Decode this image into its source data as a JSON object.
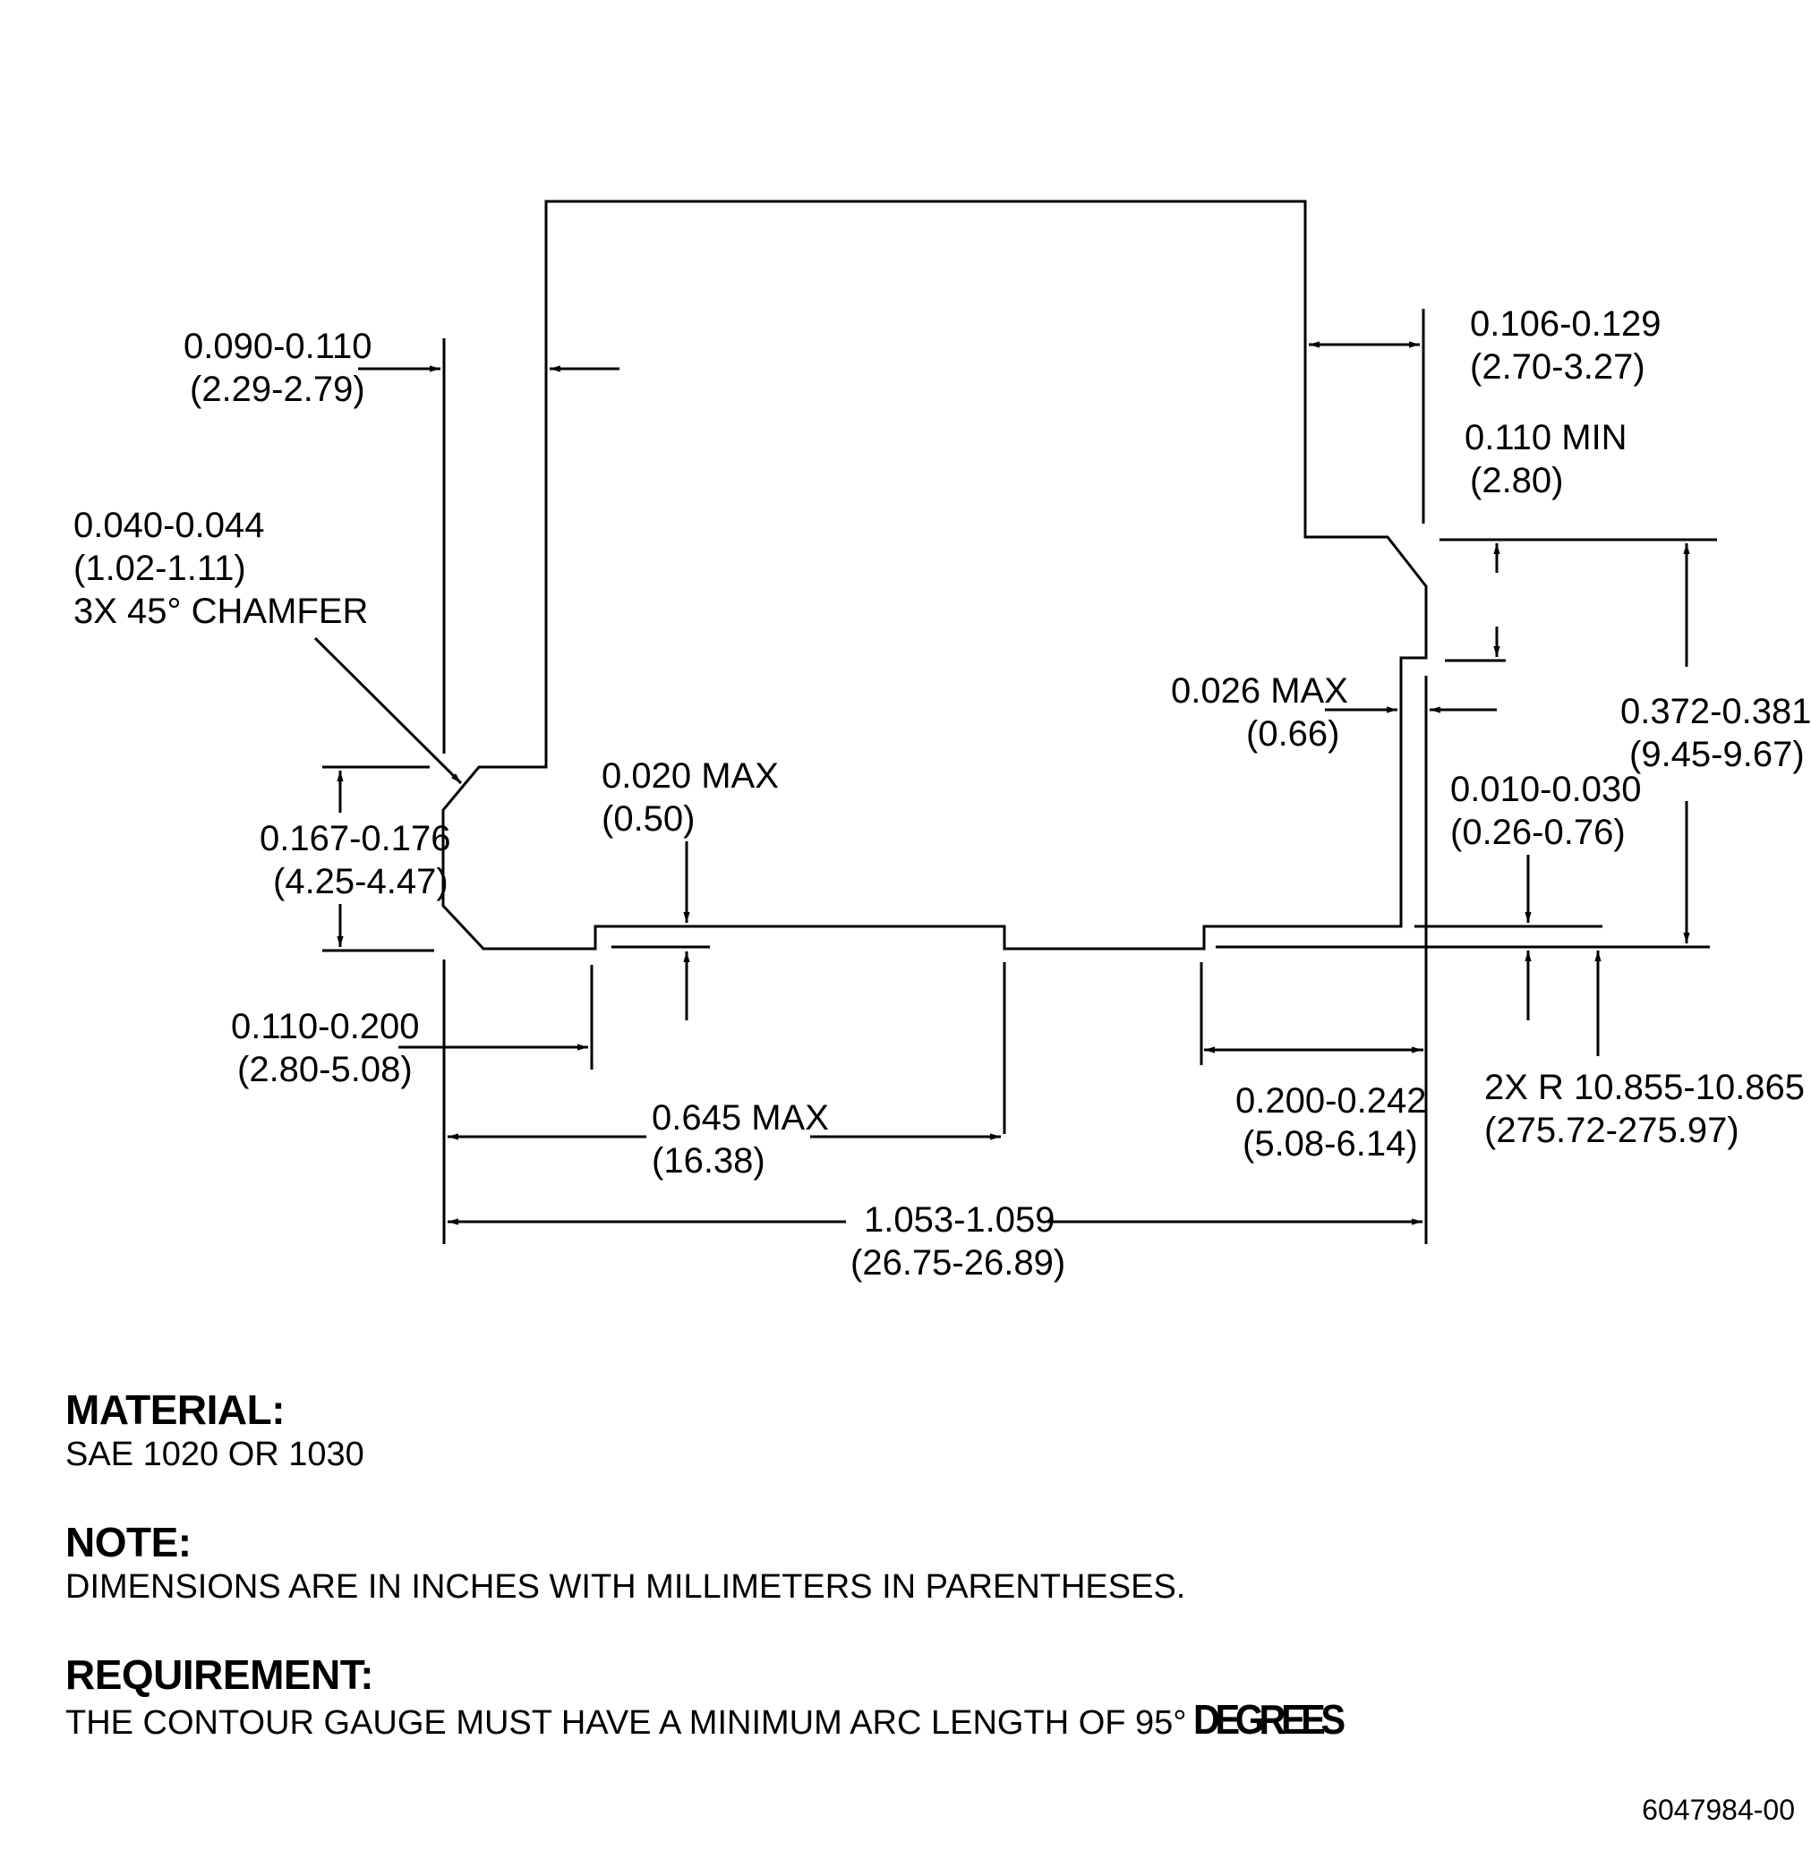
{
  "dimensions": {
    "upper_left_wall": {
      "inch": "0.090-0.110",
      "mm": "(2.29-2.79)"
    },
    "chamfer": {
      "inch": "0.040-0.044",
      "mm": "(1.02-1.11)",
      "note": "3X 45° CHAMFER"
    },
    "left_step_height": {
      "inch": "0.167-0.176",
      "mm": "(4.25-4.47)"
    },
    "left_step_offset": {
      "inch": "0.110-0.200",
      "mm": "(2.80-5.08)"
    },
    "center_pad_depth": {
      "inch": "0.020 MAX",
      "mm": "(0.50)"
    },
    "center_pad_length": {
      "inch": "0.645 MAX",
      "mm": "(16.38)"
    },
    "overall_length": {
      "inch": "1.053-1.059",
      "mm": "(26.75-26.89)"
    },
    "right_wall": {
      "inch": "0.106-0.129",
      "mm": "(2.70-3.27)"
    },
    "right_chamfer_min": {
      "inch": "0.110 MIN",
      "mm": "(2.80)"
    },
    "right_step_gap": {
      "inch": "0.026 MAX",
      "mm": "(0.66)"
    },
    "right_height": {
      "inch": "0.372-0.381",
      "mm": "(9.45-9.67)"
    },
    "right_step_depth": {
      "inch": "0.010-0.030",
      "mm": "(0.26-0.76)"
    },
    "right_pad_length": {
      "inch": "0.200-0.242",
      "mm": "(5.08-6.14)"
    },
    "radius": {
      "inch": "2X R 10.855-10.865",
      "mm": "(275.72-275.97)"
    }
  },
  "notes": {
    "material_heading": "MATERIAL:",
    "material_text": "SAE 1020 OR 1030",
    "note_heading": "NOTE:",
    "note_text": "DIMENSIONS ARE IN INCHES WITH MILLIMETERS IN PARENTHESES.",
    "requirement_heading": "REQUIREMENT:",
    "requirement_text": "THE CONTOUR GAUGE MUST HAVE A MINIMUM ARC LENGTH OF 95°",
    "requirement_obscured": "DEGREES"
  },
  "document_number": "6047984-00"
}
